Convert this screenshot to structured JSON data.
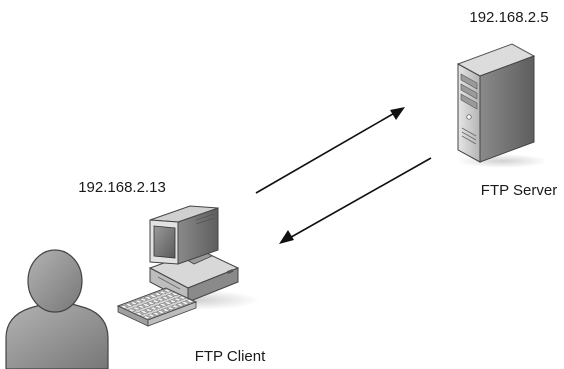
{
  "server": {
    "ip": "192.168.2.5",
    "label": "FTP Server",
    "icon": "server-tower-icon"
  },
  "client": {
    "ip": "192.168.2.13",
    "label": "FTP Client",
    "icon": "desktop-computer-icon"
  },
  "user": {
    "icon": "user-silhouette-icon"
  },
  "arrows": {
    "request": "client-to-server",
    "response": "server-to-client"
  }
}
